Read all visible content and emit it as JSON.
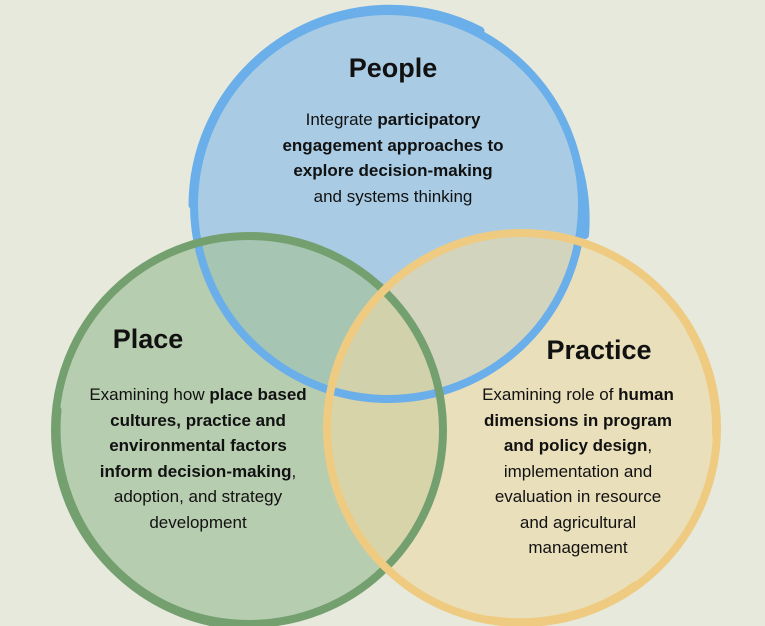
{
  "colors": {
    "background": "#e6e9dc",
    "people_fill": "#a9cce4",
    "people_stroke": "#6aaeea",
    "place_fill": "#a5c29f",
    "place_stroke": "#74a070",
    "practice_fill": "#ecd9a6",
    "practice_stroke": "#eecb80"
  },
  "circles": [
    {
      "id": "people",
      "title": "People",
      "lines": [
        [
          {
            "t": "Integrate ",
            "b": false
          },
          {
            "t": "participatory",
            "b": true
          }
        ],
        [
          {
            "t": "engagement approaches to",
            "b": true
          }
        ],
        [
          {
            "t": "explore decision-making",
            "b": true
          }
        ],
        [
          {
            "t": "and systems thinking",
            "b": false
          }
        ]
      ]
    },
    {
      "id": "place",
      "title": "Place",
      "lines": [
        [
          {
            "t": "Examining how ",
            "b": false
          },
          {
            "t": "place based",
            "b": true
          }
        ],
        [
          {
            "t": "cultures, practice and",
            "b": true
          }
        ],
        [
          {
            "t": "environmental factors",
            "b": true
          }
        ],
        [
          {
            "t": "inform decision-making",
            "b": true
          },
          {
            "t": ",",
            "b": false
          }
        ],
        [
          {
            "t": "adoption, and strategy",
            "b": false
          }
        ],
        [
          {
            "t": "development",
            "b": false
          }
        ]
      ]
    },
    {
      "id": "practice",
      "title": "Practice",
      "lines": [
        [
          {
            "t": "Examining role of ",
            "b": false
          },
          {
            "t": "human",
            "b": true
          }
        ],
        [
          {
            "t": "dimensions in  program",
            "b": true
          }
        ],
        [
          {
            "t": "and policy design",
            "b": true
          },
          {
            "t": ",",
            "b": false
          }
        ],
        [
          {
            "t": "implementation and",
            "b": false
          }
        ],
        [
          {
            "t": "evaluation in resource",
            "b": false
          }
        ],
        [
          {
            "t": "and agricultural",
            "b": false
          }
        ],
        [
          {
            "t": "management",
            "b": false
          }
        ]
      ]
    }
  ]
}
